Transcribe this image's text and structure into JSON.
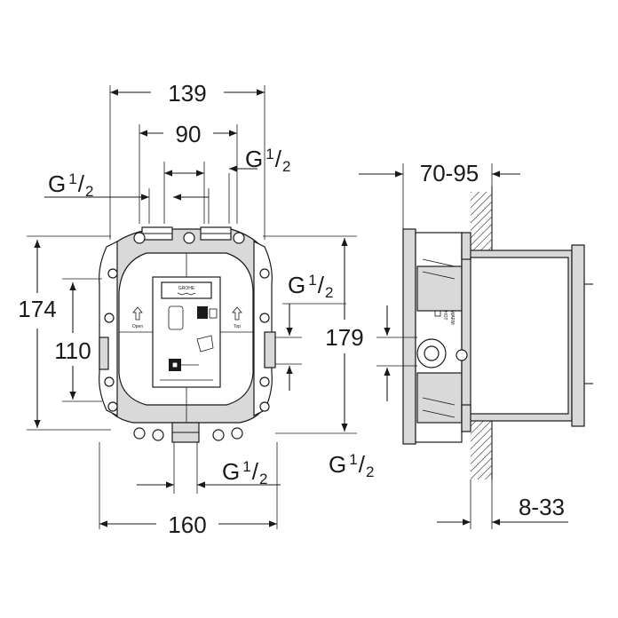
{
  "dimensions": {
    "top_width": "139",
    "inner_width": "90",
    "bottom_width": "160",
    "left_height": "174",
    "left_inner_height": "110",
    "right_height": "179",
    "depth": "70-95",
    "wall_range": "8-33"
  },
  "threads": {
    "prefix": "G",
    "numerator": "1",
    "denominator": "2"
  },
  "labels": {
    "brand": "GROHE",
    "open": "Open",
    "top": "Top",
    "warm": "WARM",
    "hot": "HOT"
  },
  "colors": {
    "line": "#1a1a1a",
    "fill": "#d9d9d9",
    "background": "#ffffff"
  }
}
